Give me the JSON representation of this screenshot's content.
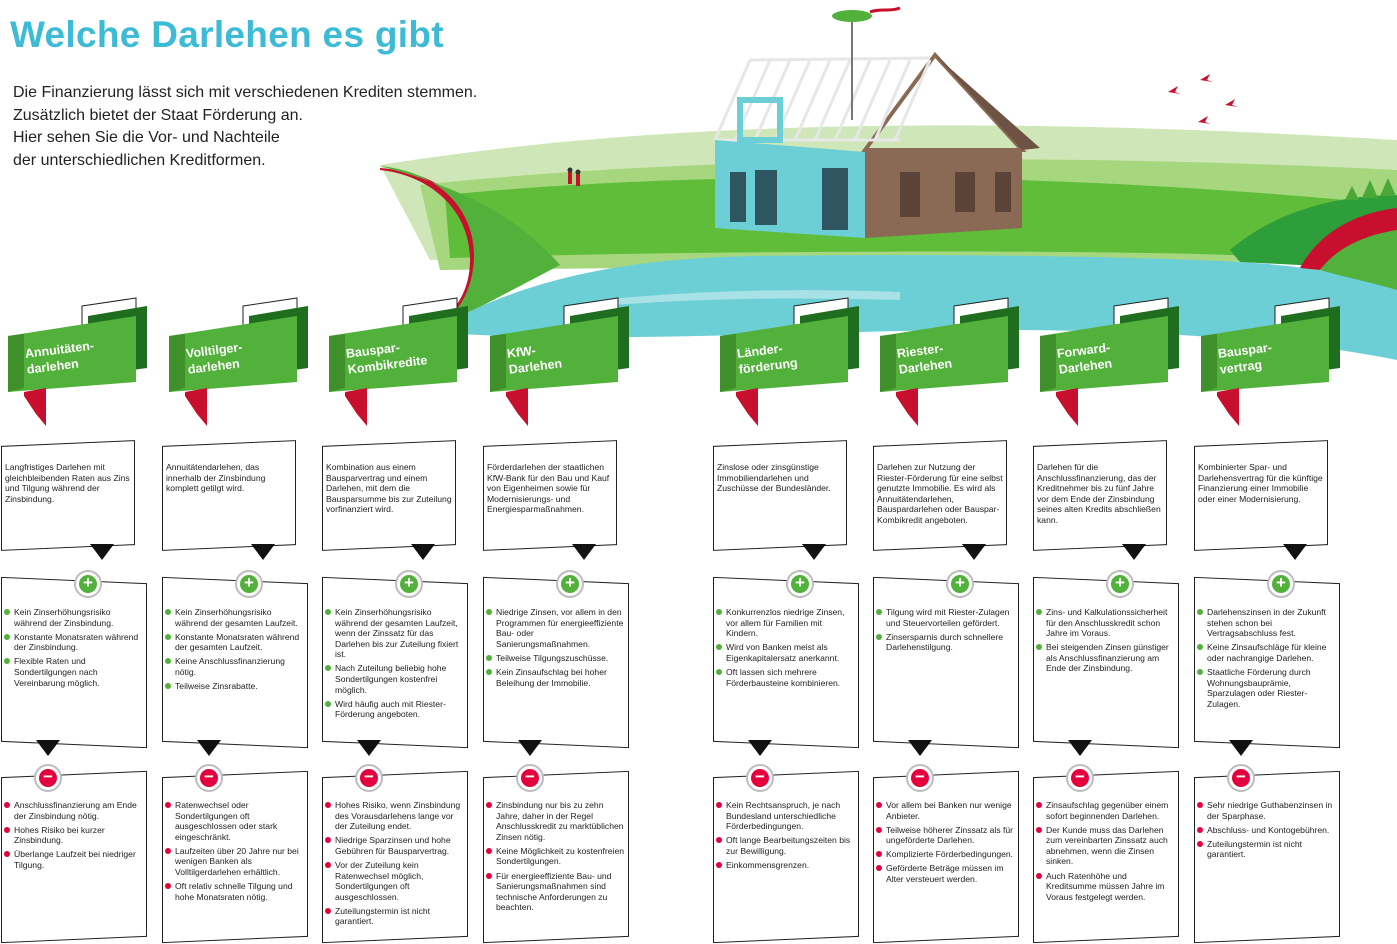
{
  "title": "Welche Darlehen es gibt",
  "intro": [
    "Die Finanzierung lässt sich mit verschiedenen Krediten stemmen.",
    "Zusätzlich bietet der Staat Förderung an.",
    "Hier sehen Sie die Vor- und Nachteile",
    "der unterschiedlichen Kreditformen."
  ],
  "colors": {
    "title": "#3dbbd6",
    "green": "#52b13a",
    "dark_green": "#1f6e1f",
    "red": "#e3003c",
    "water": "#6ccfd6"
  },
  "icons": {
    "pro": "plus-icon",
    "con": "minus-icon"
  },
  "loans": [
    {
      "title": "Annuitäten-\ndarlehen",
      "description": "Langfristiges Darlehen mit gleichbleibenden Raten aus Zins und Tilgung während der Zinsbindung.",
      "pros": [
        "Kein Zinserhöhungsrisiko während der Zinsbindung.",
        "Konstante Monatsraten während der Zinsbindung.",
        "Flexible Raten und Sondertilgungen nach Vereinbarung möglich."
      ],
      "cons": [
        "Anschlussfinanzierung am Ende der Zinsbindung nötig.",
        "Hohes Risiko bei kurzer Zinsbindung.",
        "Überlange Laufzeit bei niedriger Tilgung."
      ]
    },
    {
      "title": "Volltilger-\ndarlehen",
      "description": "Annuitätendarlehen, das innerhalb der Zinsbindung komplett getilgt wird.",
      "pros": [
        "Kein Zinserhöhungsrisiko während der gesamten Laufzeit.",
        "Konstante Monatsraten während der gesamten Laufzeit.",
        "Keine Anschlussfinanzierung nötig.",
        "Teilweise Zinsrabatte."
      ],
      "cons": [
        "Ratenwechsel oder Sondertilgungen oft ausgeschlossen oder stark eingeschränkt.",
        "Laufzeiten über 20 Jahre nur bei wenigen Banken als Volltilgerdarlehen erhältlich.",
        "Oft relativ schnelle Tilgung und hohe Monatsraten nötig."
      ]
    },
    {
      "title": "Bauspar-\nKombikredite",
      "description": "Kombination aus einem Bausparvertrag und einem Darlehen, mit dem die Bausparsumme bis zur Zuteilung vorfinanziert wird.",
      "pros": [
        "Kein Zinserhöhungsrisiko während der gesamten Laufzeit, wenn der Zinssatz für das Darlehen bis zur Zuteilung fixiert ist.",
        "Nach Zuteilung beliebig hohe Sondertilgungen kostenfrei möglich.",
        "Wird häufig auch mit Riester-Förderung angeboten."
      ],
      "cons": [
        "Hohes Risiko, wenn Zinsbindung des Vorausdarlehens lange vor der Zuteilung endet.",
        "Niedrige Sparzinsen und hohe Gebühren für Bausparvertrag.",
        "Vor der Zuteilung kein Ratenwechsel möglich, Sondertilgungen oft ausgeschlossen.",
        "Zuteilungstermin ist nicht garantiert."
      ]
    },
    {
      "title": "KfW-\nDarlehen",
      "description": "Förderdarlehen der staatlichen KfW-Bank für den Bau und Kauf von Eigenheimen sowie für Modernisierungs- und Energiesparmaßnahmen.",
      "pros": [
        "Niedrige Zinsen, vor allem in den Programmen für energieeffiziente Bau- oder Sanierungsmaßnahmen.",
        "Teilweise Tilgungszuschüsse.",
        "Kein Zinsaufschlag bei hoher Beleihung der Immobilie."
      ],
      "cons": [
        "Zinsbindung nur bis zu zehn Jahre, daher in der Regel Anschlusskredit zu marktüblichen Zinsen nötig.",
        "Keine Möglichkeit zu kostenfreien Sondertilgungen.",
        "Für energieeffiziente Bau- und Sanierungsmaßnahmen sind technische Anforderungen zu beachten."
      ]
    },
    {
      "title": "Länder-\nförderung",
      "description": "Zinslose oder zinsgünstige Immobiliendarlehen und Zuschüsse der Bundesländer.",
      "pros": [
        "Konkurrenzlos niedrige Zinsen, vor allem für Familien mit Kindern.",
        "Wird von Banken meist als Eigenkapitalersatz anerkannt.",
        "Oft lassen sich mehrere Förderbausteine kombinieren."
      ],
      "cons": [
        "Kein Rechtsanspruch, je nach Bundesland unterschiedliche Förderbedingungen.",
        "Oft lange Bearbeitungszeiten bis zur Bewilligung.",
        "Einkommensgrenzen."
      ]
    },
    {
      "title": "Riester-\nDarlehen",
      "description": "Darlehen zur Nutzung der Riester-Förderung für eine selbst genutzte Immobilie. Es wird als Annuitätendarlehen, Bauspardarlehen oder Bauspar-Kombikredit angeboten.",
      "pros": [
        "Tilgung wird mit Riester-Zulagen und Steuervorteilen gefördert.",
        "Zinsersparnis durch schnellere Darlehenstilgung."
      ],
      "cons": [
        "Vor allem bei Banken nur wenige Anbieter.",
        "Teilweise höherer Zinssatz als für ungeförderte Darlehen.",
        "Komplizierte Förderbedingungen.",
        "Geförderte Beträge müssen im Alter versteuert werden."
      ]
    },
    {
      "title": "Forward-\nDarlehen",
      "description": "Darlehen für die Anschlussfinanzierung, das der Kreditnehmer bis zu fünf Jahre vor dem Ende der Zinsbindung seines alten Kredits abschließen kann.",
      "pros": [
        "Zins- und Kalkulationssicherheit für den Anschlusskredit schon Jahre im Voraus.",
        "Bei steigenden Zinsen günstiger als Anschlussfinanzierung am Ende der Zinsbindung."
      ],
      "cons": [
        "Zinsaufschlag gegenüber einem sofort beginnenden Darlehen.",
        "Der Kunde muss das Darlehen zum vereinbarten Zinssatz auch abnehmen, wenn die Zinsen sinken.",
        "Auch Ratenhöhe und Kreditsumme müssen Jahre im Voraus festgelegt werden."
      ]
    },
    {
      "title": "Bauspar-\nvertrag",
      "description": "Kombinierter Spar- und Darlehensvertrag für die künftige Finanzierung einer Immobilie oder einer Modernisierung.",
      "pros": [
        "Darlehenszinsen in der Zukunft stehen schon bei Vertragsabschluss fest.",
        "Keine Zinsaufschläge für kleine oder nachrangige Darlehen.",
        "Staatliche Förderung durch Wohnungsbauprämie, Sparzulagen oder Riester-Zulagen."
      ],
      "cons": [
        "Sehr niedrige Guthabenzinsen in der Sparphase.",
        "Abschluss- und Kontogebühren.",
        "Zuteilungstermin ist nicht garantiert."
      ]
    }
  ]
}
